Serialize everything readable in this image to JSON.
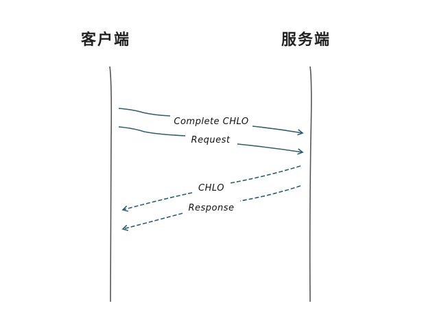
{
  "actors": {
    "client": "客户端",
    "server": "服务端"
  },
  "messages": [
    {
      "label": "Complete CHLO",
      "direction": "client-to-server",
      "style": "solid"
    },
    {
      "label": "Request",
      "direction": "client-to-server",
      "style": "solid"
    },
    {
      "label": "CHLO",
      "direction": "server-to-client",
      "style": "dashed"
    },
    {
      "label": "Response",
      "direction": "server-to-client",
      "style": "dashed"
    }
  ],
  "colors": {
    "arrow": "#2b5f6b",
    "lifeline": "#555555"
  }
}
